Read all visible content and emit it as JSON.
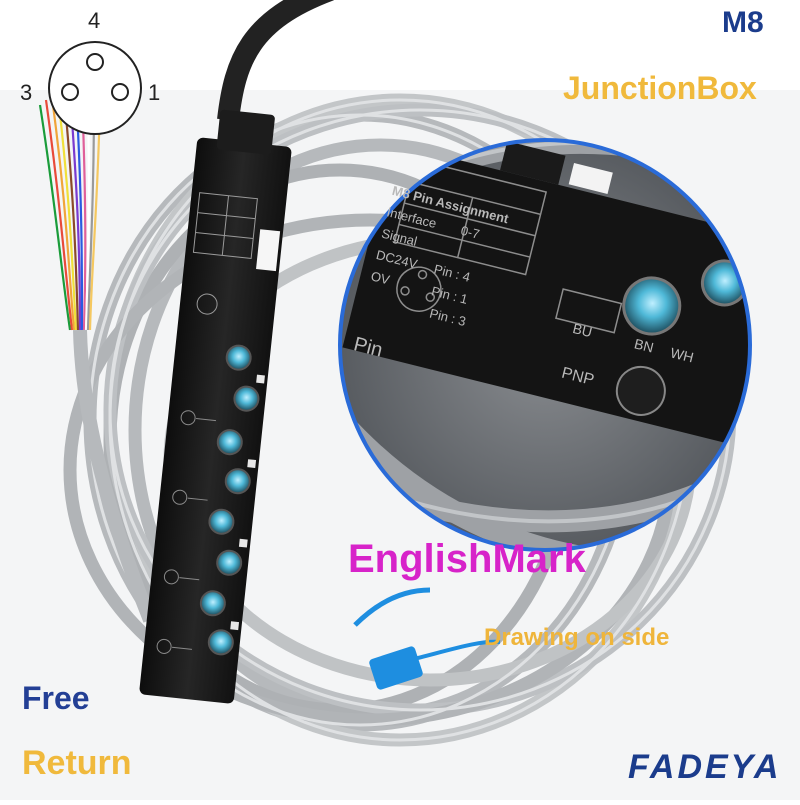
{
  "pin_diagram": {
    "pin_top": "4",
    "pin_left": "3",
    "pin_right": "1"
  },
  "labels": {
    "title": "M8",
    "subtitle": "JunctionBox",
    "english_mark": "EnglishMark",
    "drawing_note": "Drawing on side",
    "free": "Free",
    "return": "Return",
    "brand": "FADEYA"
  },
  "device_print": {
    "header": "M8 Pin Assignment",
    "interface": "Interface",
    "interface_value": "0-7",
    "signal": "Signal",
    "dc24v": "DC24V",
    "dc24v_pin": "Pin : 4",
    "ov": "OV",
    "ov_pin": "Pin : 1",
    "ov2_pin": "Pin : 3",
    "pin_word": "Pin",
    "pnp": "PNP",
    "bu": "BU",
    "bn": "BN",
    "wh": "WH"
  },
  "colors": {
    "title_blue": "#1b3c8c",
    "accent_yellow": "#f0b93c",
    "mark_magenta": "#d723c9",
    "cable_gray": "#b9bcbe",
    "box_black": "#1a1a1a",
    "tie_blue": "#1e8ee0"
  }
}
